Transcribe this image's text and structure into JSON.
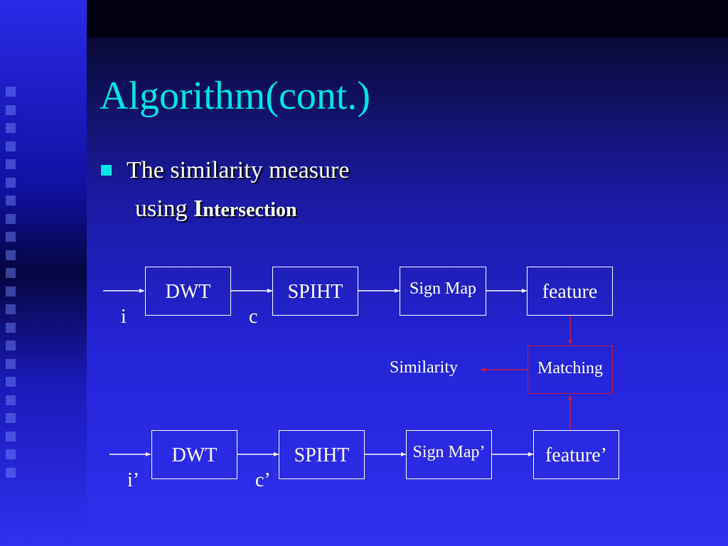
{
  "slide": {
    "title": "Algorithm(cont.)",
    "bullet": {
      "line1": "The similarity measure",
      "line2_prefix": "using ",
      "line2_capital": "I",
      "line2_bold": "ntersection"
    }
  },
  "diagram": {
    "row1": {
      "dwt": "DWT",
      "spiht": "SPIHT",
      "signmap": "Sign Map",
      "feature": "feature",
      "input": "i",
      "coef": "c"
    },
    "row2": {
      "dwt": "DWT",
      "spiht": "SPIHT",
      "signmap": "Sign Map’",
      "feature": "feature’",
      "input": "i’",
      "coef": "c’"
    },
    "matching": "Matching",
    "similarity": "Similarity"
  },
  "colors": {
    "title": "#00e6e6",
    "bullet": "#00e6e6",
    "text": "#ffffff",
    "match_arrow": "#cc1a3a"
  }
}
